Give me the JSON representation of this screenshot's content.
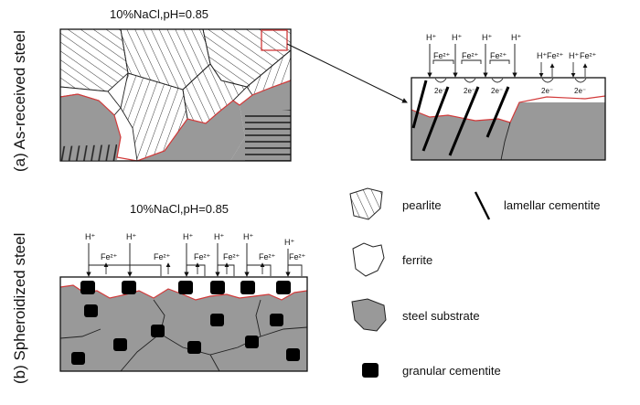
{
  "labels": {
    "panel_a": "(a) As-received steel",
    "panel_b": "(b) Spheroidized steel",
    "condition_a": "10%NaCl,pH=0.85",
    "condition_b": "10%NaCl,pH=0.85"
  },
  "ions": {
    "h_plus": "H⁺",
    "fe2_plus": "Fe²⁺",
    "electrons": "2e⁻"
  },
  "legend": {
    "pearlite": "pearlite",
    "lamellar_cementite": "lamellar cementite",
    "ferrite": "ferrite",
    "steel_substrate": "steel substrate",
    "granular_cementite": "granular cementite"
  },
  "colors": {
    "substrate": "#999999",
    "corrosion_edge": "#d23a3a",
    "cementite": "#000000",
    "outline": "#111111"
  }
}
